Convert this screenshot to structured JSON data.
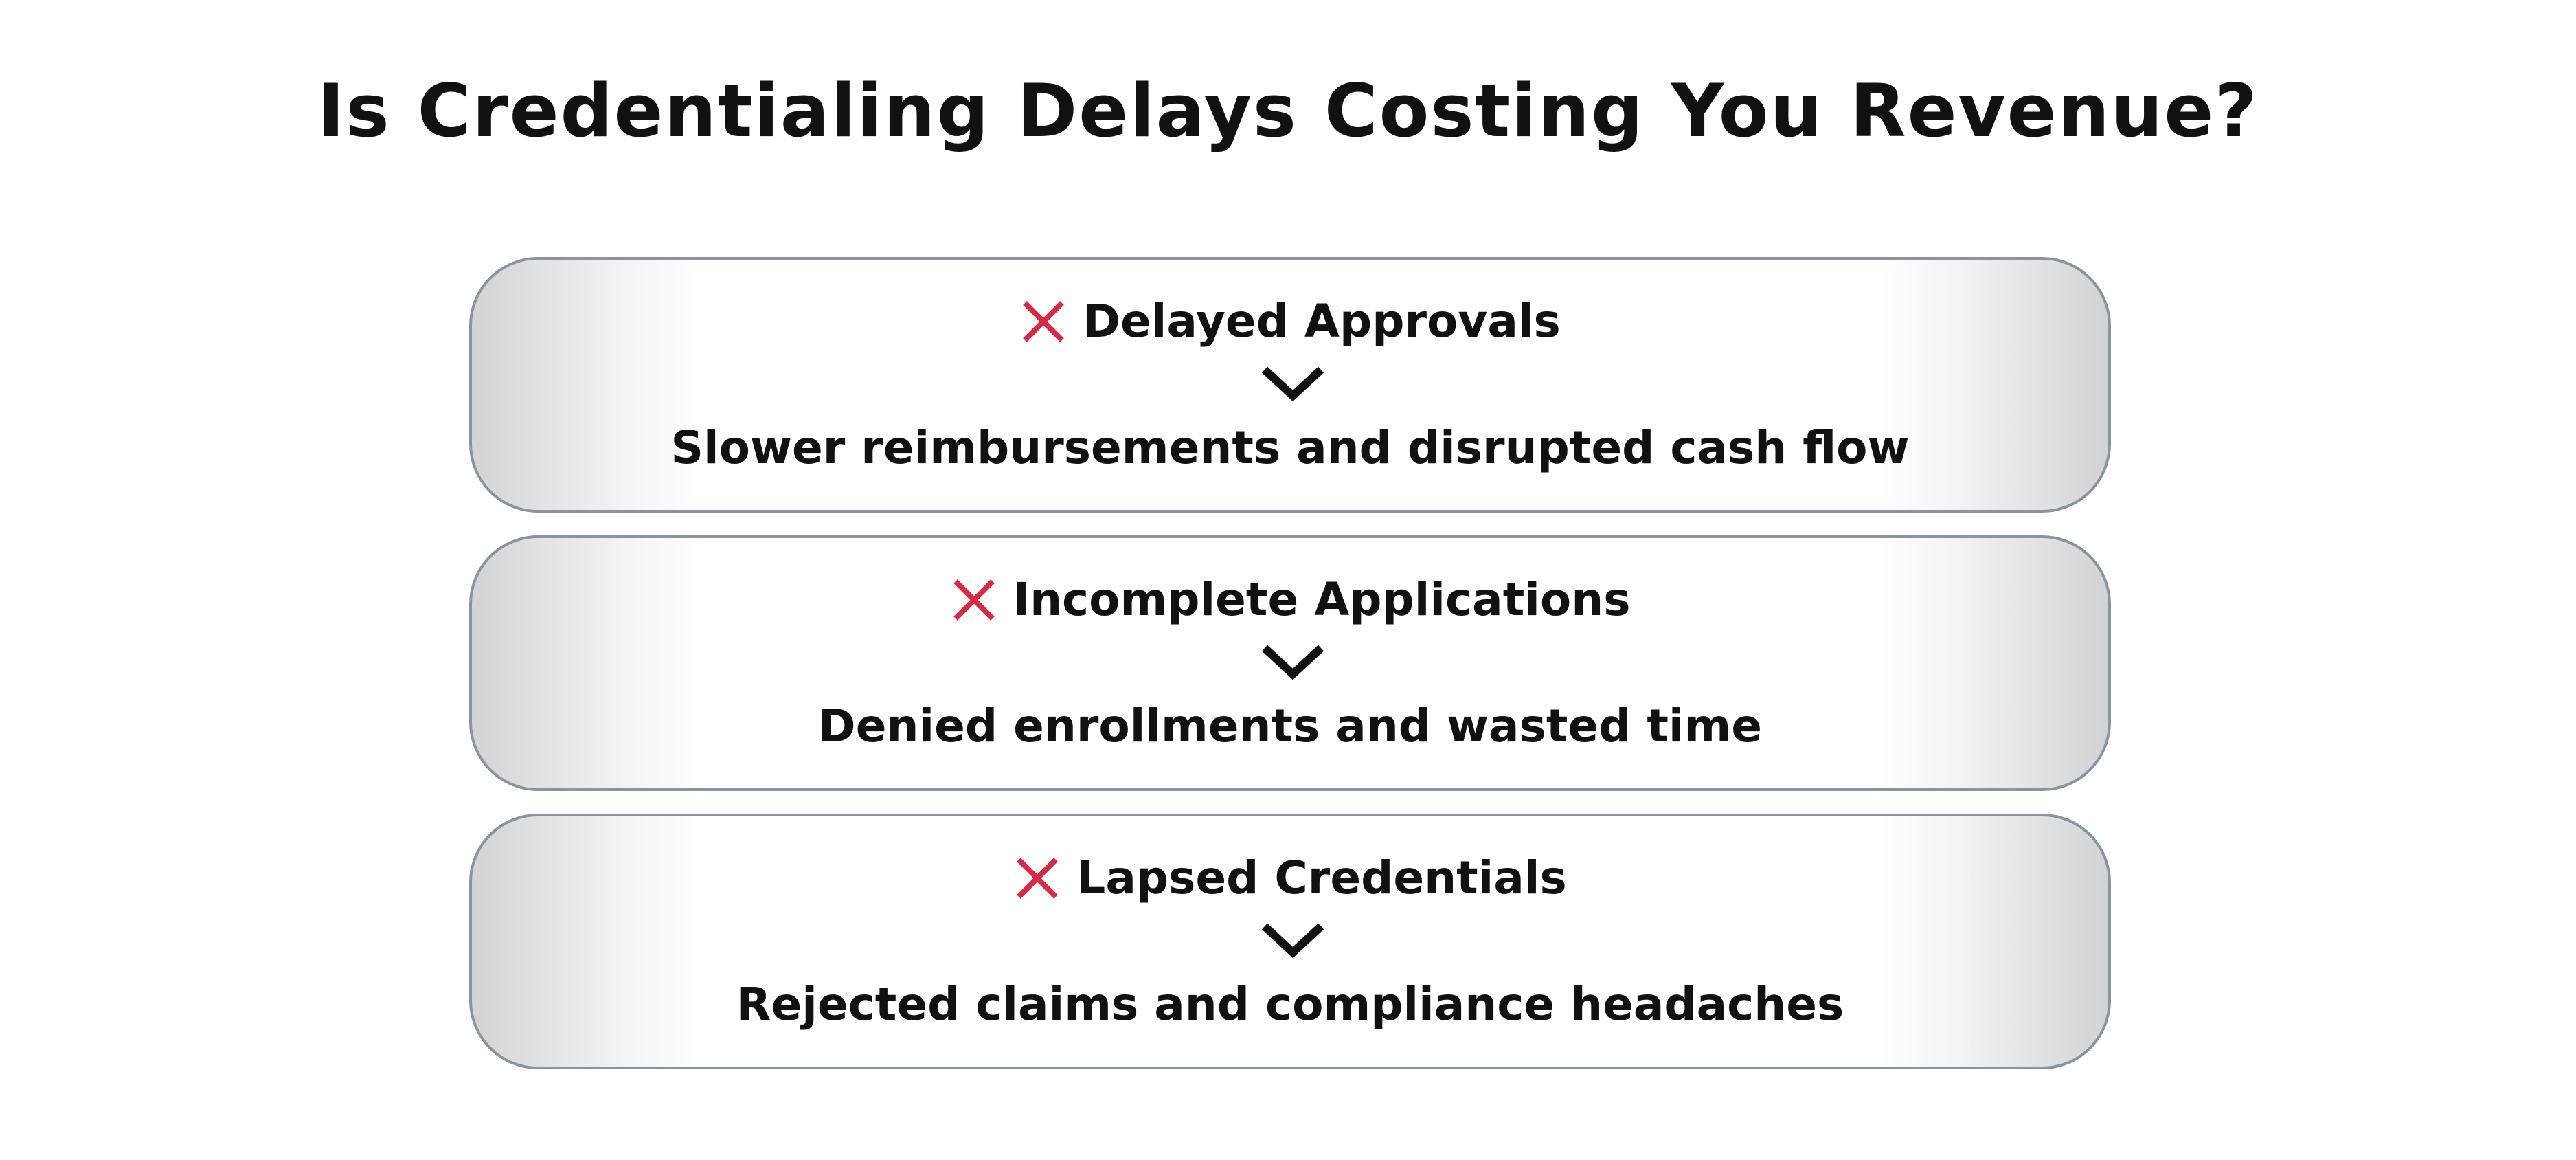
{
  "title": "Is Credentialing Delays Costing You Revenue?",
  "colors": {
    "x_mark": "#d62a45",
    "card_border": "#8795a1",
    "text": "#111111"
  },
  "cards": [
    {
      "icon": "x-mark-icon",
      "problem": "Delayed Approvals",
      "connector_icon": "chevron-down-icon",
      "effect": "Slower reimbursements and disrupted cash flow"
    },
    {
      "icon": "x-mark-icon",
      "problem": "Incomplete Applications",
      "connector_icon": "chevron-down-icon",
      "effect": "Denied enrollments and wasted time"
    },
    {
      "icon": "x-mark-icon",
      "problem": "Lapsed Credentials",
      "connector_icon": "chevron-down-icon",
      "effect": "Rejected claims and compliance headaches"
    }
  ]
}
